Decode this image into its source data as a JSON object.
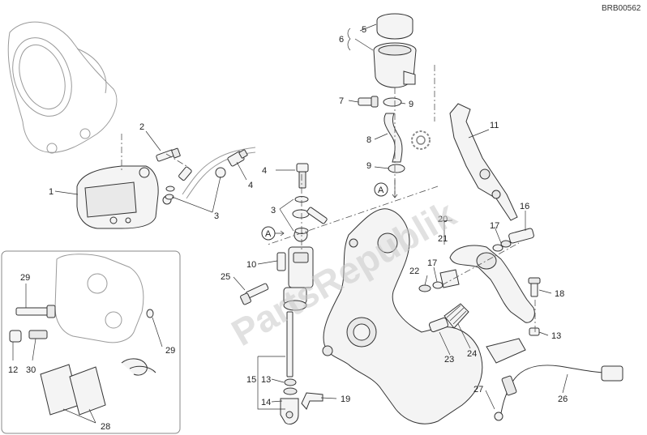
{
  "header": {
    "code": "BRB00562"
  },
  "watermark": {
    "text": "PartsRepublik"
  },
  "callouts": {
    "c1": "1",
    "c2": "2",
    "c3a": "3",
    "c3b": "3",
    "c4a": "4",
    "c4b": "4",
    "c5": "5",
    "c6": "6",
    "c7": "7",
    "c8": "8",
    "c9a": "9",
    "c9b": "9",
    "c10": "10",
    "c11": "11",
    "c12": "12",
    "c13a": "13",
    "c13b": "13",
    "c14": "14",
    "c15": "15",
    "c16": "16",
    "c17a": "17",
    "c17b": "17",
    "c18": "18",
    "c19": "19",
    "c20": "20",
    "c21": "21",
    "c22": "22",
    "c23": "23",
    "c24": "24",
    "c25": "25",
    "c26": "26",
    "c27": "27",
    "c28": "28",
    "c29a": "29",
    "c29b": "29",
    "c30": "30",
    "refA1": "A",
    "refA2": "A"
  }
}
